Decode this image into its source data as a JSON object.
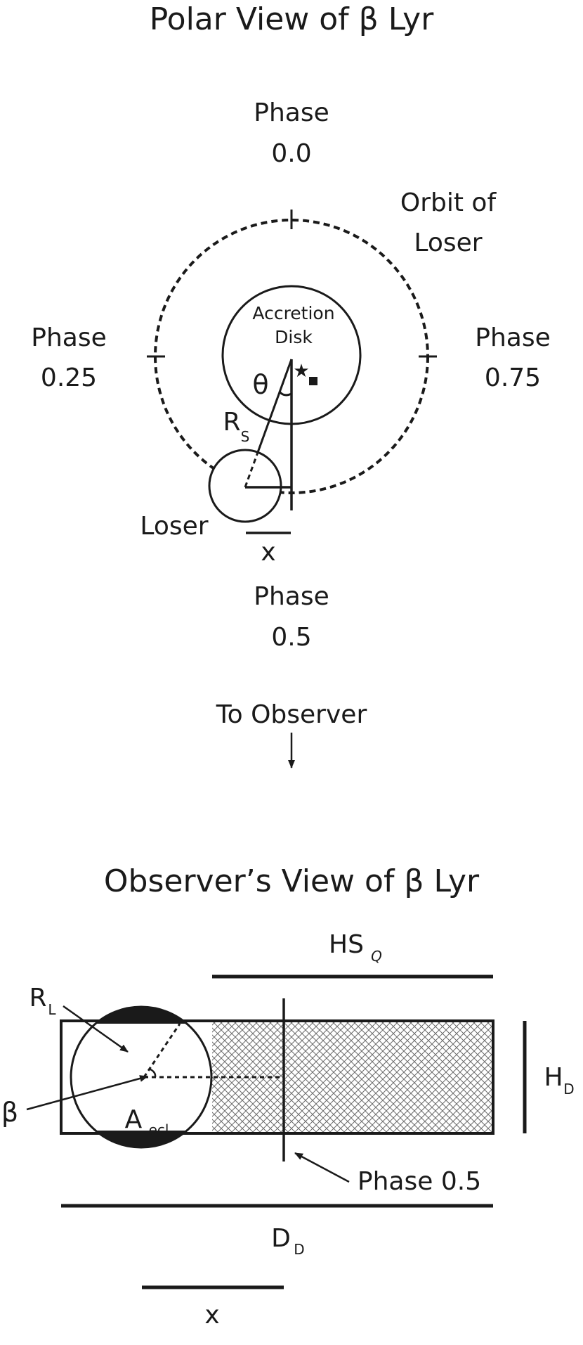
{
  "polar": {
    "title": "Polar View of β Lyr",
    "phase_word": "Phase",
    "phase_top": "0.0",
    "phase_left": "0.25",
    "phase_right": "0.75",
    "phase_bottom": "0.5",
    "orbit_label_1": "Orbit of",
    "orbit_label_2": "Loser",
    "disk_label_1": "Accretion",
    "disk_label_2": "Disk",
    "theta": "θ",
    "rs_main": "R",
    "rs_sub": "S",
    "loser_label": "Loser",
    "x_label": "x",
    "to_observer": "To Observer"
  },
  "observer": {
    "title": "Observer’s View of β Lyr",
    "hs_main": "HS",
    "hs_sub": "Q",
    "rl_main": "R",
    "rl_sub": "L",
    "beta": "β",
    "aecl_main": "A",
    "aecl_sub": "ecl",
    "hd_main": "H",
    "hd_sub": "D",
    "phase_label": "Phase 0.5",
    "dd_main": "D",
    "dd_sub": "D",
    "x_label": "x"
  },
  "colors": {
    "ink": "#1a1a1a",
    "hatch": "#6b6b6b",
    "background": "#ffffff"
  }
}
